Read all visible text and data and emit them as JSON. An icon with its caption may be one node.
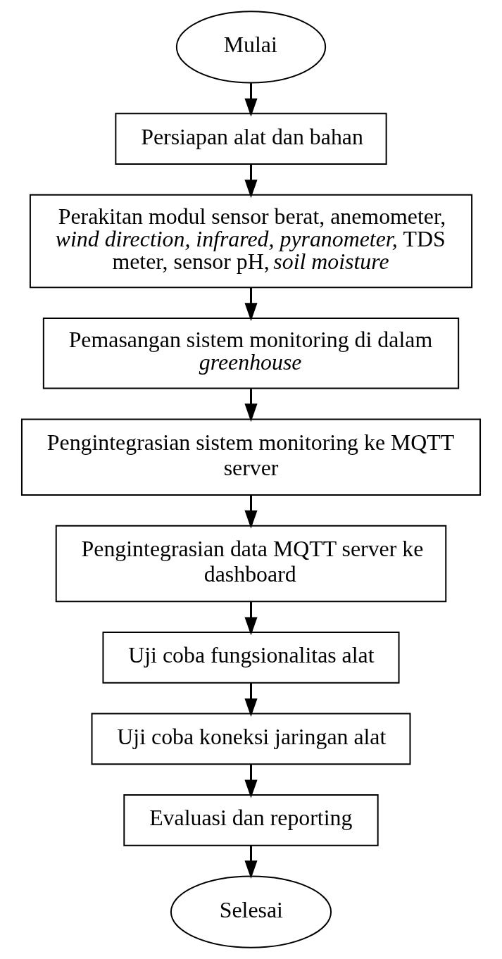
{
  "diagram": {
    "nodes": [
      {
        "text": [
          "Mulai"
        ]
      },
      {
        "text": [
          "Persiapan alat dan bahan"
        ]
      },
      {
        "text": [
          "Perakitan modul sensor berat, anemometer, *wind direction, infrared, pyranometer,* TDS meter, sensor pH, *soil moisture*"
        ]
      },
      {
        "text": [
          "Pemasangan sistem monitoring di dalam *greenhouse*"
        ]
      },
      {
        "text": [
          "Pengintegrasian sistem monitoring ke MQTT server"
        ]
      },
      {
        "text": [
          "Pengintegrasian data MQTT server ke dashboard"
        ]
      },
      {
        "text": [
          "Uji coba fungsionalitas alat"
        ]
      },
      {
        "text": [
          "Uji coba koneksi jaringan alat"
        ]
      },
      {
        "text": [
          "Evaluasi dan reporting"
        ]
      },
      {
        "text": [
          "Selesai"
        ]
      }
    ],
    "edges": [
      {
        "from": 0,
        "to": 1,
        "arrow": "to"
      },
      {
        "from": 1,
        "to": 2,
        "arrow": "to"
      },
      {
        "from": 2,
        "to": 3,
        "arrow": "to"
      },
      {
        "from": 3,
        "to": 4,
        "arrow": "to"
      },
      {
        "from": 4,
        "to": 5,
        "arrow": "to"
      },
      {
        "from": 5,
        "to": 6,
        "arrow": "to"
      },
      {
        "from": 6,
        "to": 7,
        "arrow": "to"
      },
      {
        "from": 7,
        "to": 8,
        "arrow": "to"
      },
      {
        "from": 8,
        "to": 9,
        "arrow": "to"
      }
    ]
  }
}
